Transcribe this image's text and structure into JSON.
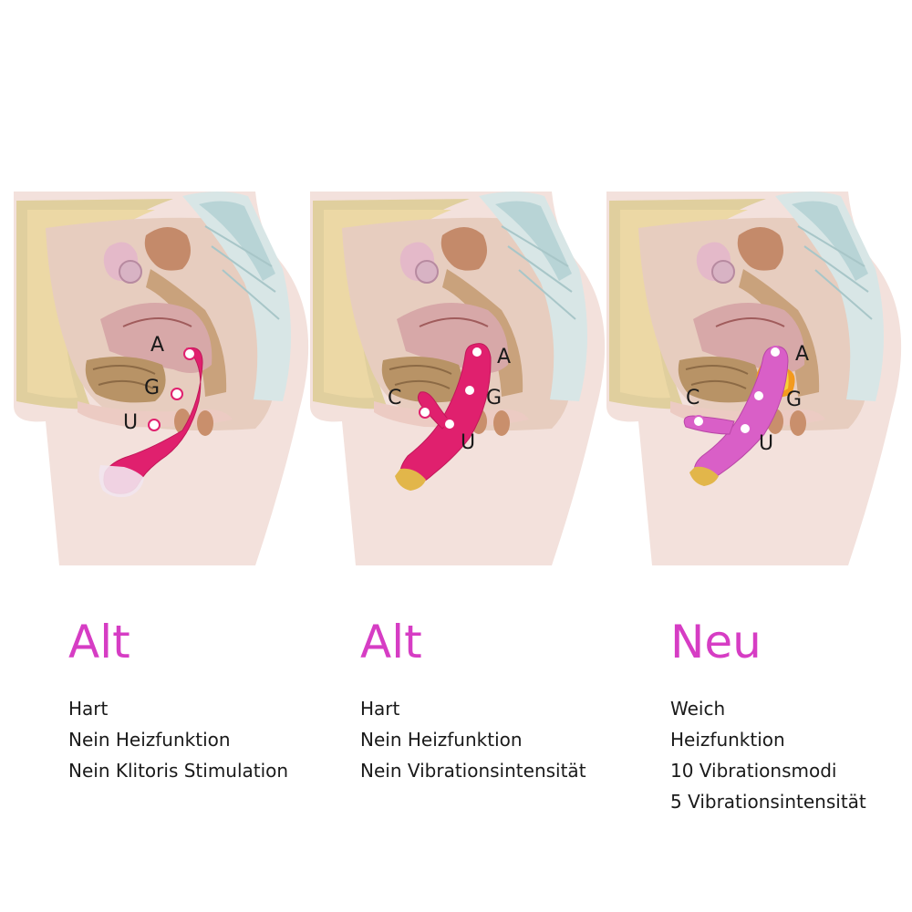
{
  "colors": {
    "accent": "#d63dc4",
    "toy_old": "#e0206e",
    "toy_new": "#d95fc7",
    "tissue": "#f1d7d1",
    "fat_layer": "#d9c889"
  },
  "panels": [
    {
      "heading": "Alt",
      "zones": {
        "a": "A",
        "g": "G",
        "u": "U"
      },
      "features": [
        "Hart",
        "Nein Heizfunktion",
        "Nein Klitoris Stimulation"
      ]
    },
    {
      "heading": "Alt",
      "zones": {
        "a": "A",
        "g": "G",
        "u": "U",
        "c": "C"
      },
      "features": [
        "Hart",
        "Nein Heizfunktion",
        "Nein Vibrationsintensität"
      ]
    },
    {
      "heading": "Neu",
      "zones": {
        "a": "A",
        "g": "G",
        "u": "U",
        "c": "C"
      },
      "features": [
        "Weich",
        "Heizfunktion",
        "10 Vibrationsmodi",
        "5 Vibrationsintensität"
      ],
      "icon": "flame-icon"
    }
  ]
}
